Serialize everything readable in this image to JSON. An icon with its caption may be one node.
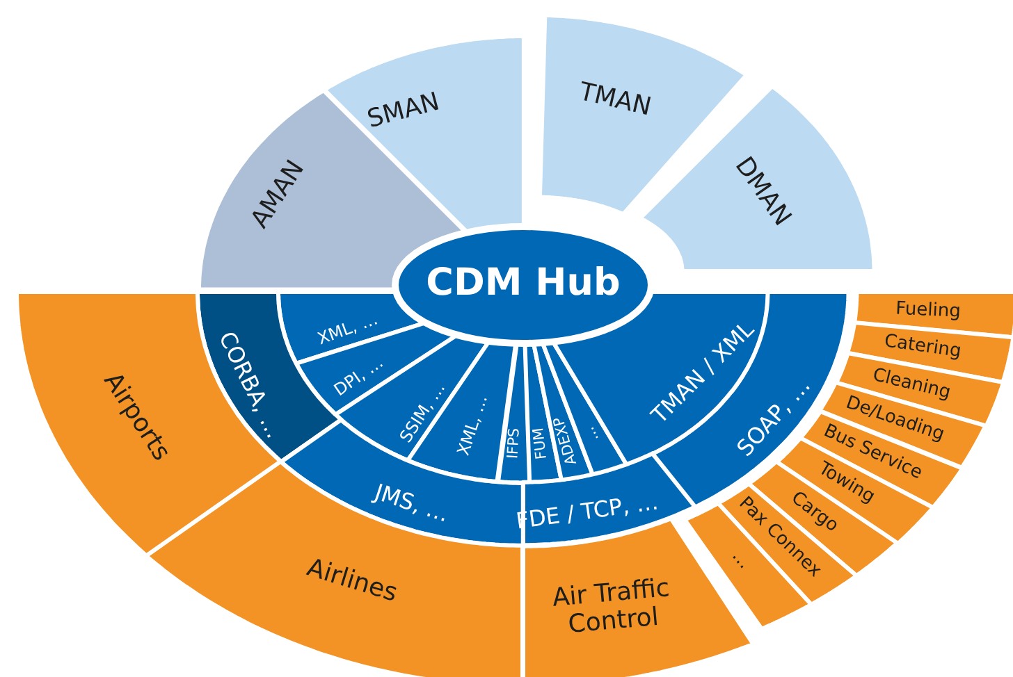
{
  "diagram": {
    "nodes": [
      {
        "text": [
          "AMAN"
        ]
      },
      {
        "text": [
          "SMAN"
        ]
      },
      {
        "text": [
          "TMAN"
        ]
      },
      {
        "text": [
          "DMAN"
        ]
      },
      {
        "text": [
          "CDM Hub"
        ]
      },
      {
        "text": [
          "XML, …"
        ]
      },
      {
        "text": [
          "DPI, …"
        ]
      },
      {
        "text": [
          "SSIM, …"
        ]
      },
      {
        "text": [
          "XML, …"
        ]
      },
      {
        "text": [
          "IFPS"
        ]
      },
      {
        "text": [
          "FUM"
        ]
      },
      {
        "text": [
          "ADEXP"
        ]
      },
      {
        "text": [
          "…"
        ]
      },
      {
        "text": [
          "TMAN / XML"
        ]
      },
      {
        "text": [
          "CORBA, …"
        ]
      },
      {
        "text": [
          "JMS, …"
        ]
      },
      {
        "text": [
          "FDE / TCP, …"
        ]
      },
      {
        "text": [
          "SOAP, …"
        ]
      },
      {
        "text": [
          "Airports"
        ]
      },
      {
        "text": [
          "Airlines"
        ]
      },
      {
        "text": [
          "Air Traffic Control"
        ]
      },
      {
        "text": [
          "Fueling"
        ]
      },
      {
        "text": [
          "Catering"
        ]
      },
      {
        "text": [
          "Cleaning"
        ]
      },
      {
        "text": [
          "De/Loading"
        ]
      },
      {
        "text": [
          "Bus Service"
        ]
      },
      {
        "text": [
          "Towing"
        ]
      },
      {
        "text": [
          "Cargo"
        ]
      },
      {
        "text": [
          "Pax Connex"
        ]
      },
      {
        "text": [
          "…"
        ]
      }
    ],
    "edges": []
  }
}
